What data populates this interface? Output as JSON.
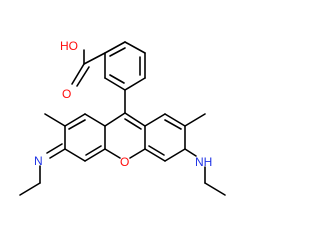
{
  "molecule": {
    "atoms": {
      "carboxyl_hydroxyl": "HO",
      "carbonyl_oxygen": "O",
      "ring_oxygen": "O",
      "imine_nitrogen": "N",
      "amine_nitrogen": "NH"
    },
    "colors": {
      "bond": "#000000",
      "oxygen": "#ff0d0d",
      "nitrogen": "#1f33e6"
    }
  }
}
